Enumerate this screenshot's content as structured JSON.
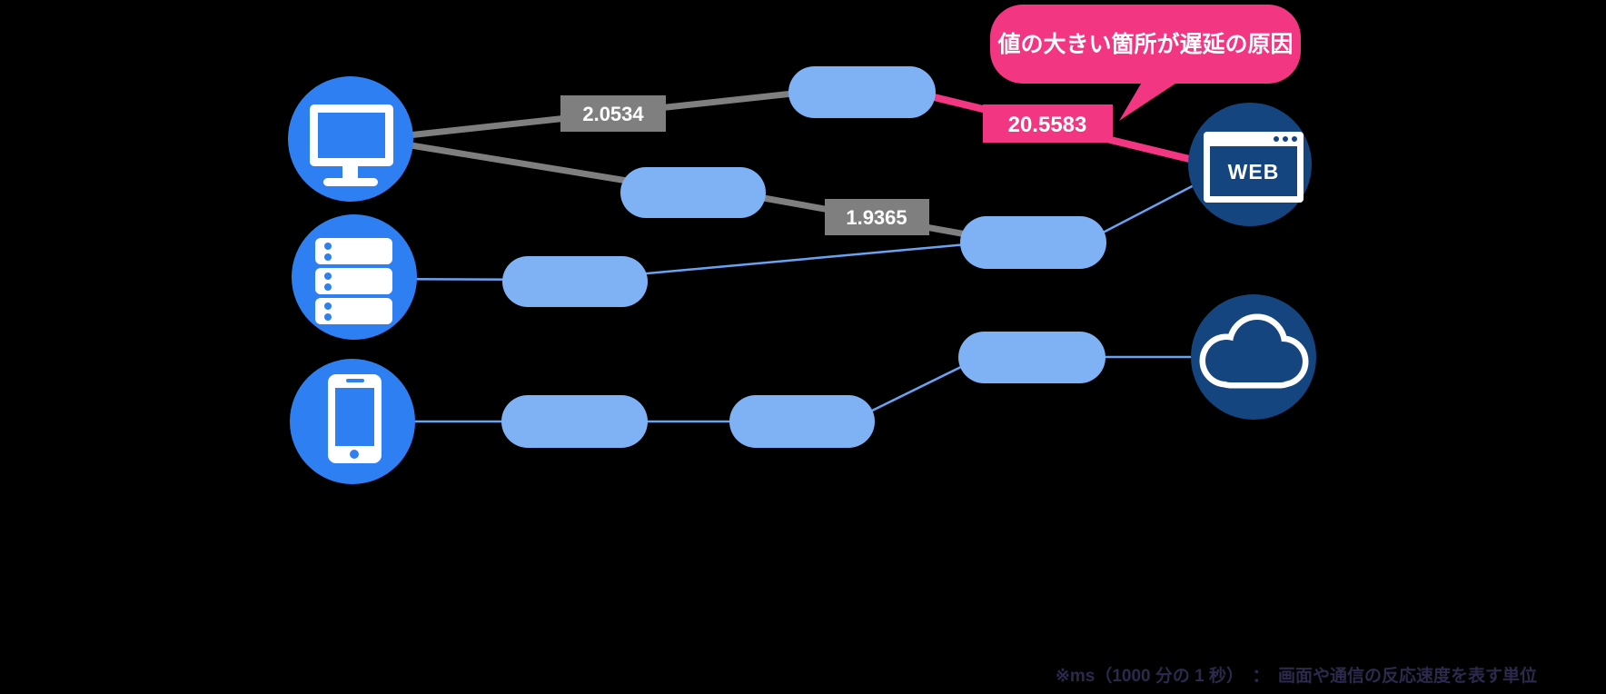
{
  "colors": {
    "background": "#000000",
    "device_circle_blue": "#2E80F2",
    "endpoint_circle_navy": "#15457F",
    "node_pill_blue": "#7FB2F4",
    "edge_gray": "#7F7F7F",
    "edge_blue": "#6AA2F2",
    "highlight_pink": "#F23681",
    "label_text": "#FFFFFF",
    "note_text": "#2B2A4C"
  },
  "callout": {
    "text": "値の大きい箇所が遅延の原因"
  },
  "devices": [
    {
      "id": "pc",
      "icon": "desktop-computer-icon",
      "label": ""
    },
    {
      "id": "server",
      "icon": "server-icon",
      "label": ""
    },
    {
      "id": "smartphone",
      "icon": "smartphone-icon",
      "label": ""
    },
    {
      "id": "web",
      "icon": "browser-window-icon",
      "label": "WEB"
    },
    {
      "id": "cloud",
      "icon": "cloud-icon",
      "label": ""
    }
  ],
  "nodes": [
    {
      "id": "pill-1"
    },
    {
      "id": "pill-2"
    },
    {
      "id": "pill-3"
    },
    {
      "id": "pill-4"
    },
    {
      "id": "pill-5"
    },
    {
      "id": "pill-6"
    },
    {
      "id": "pill-7"
    }
  ],
  "edges": [
    {
      "from": "pc",
      "to": "pill-1",
      "value": "2.0534",
      "style": "gray"
    },
    {
      "from": "pc",
      "to": "pill-2",
      "value": "",
      "style": "gray"
    },
    {
      "from": "pill-2",
      "to": "pill-3",
      "value": "1.9365",
      "style": "gray"
    },
    {
      "from": "pill-1",
      "to": "web",
      "value": "20.5583",
      "style": "pink-highlight"
    },
    {
      "from": "server",
      "to": "pill-4",
      "value": "",
      "style": "blue"
    },
    {
      "from": "pill-4",
      "to": "pill-3",
      "value": "",
      "style": "blue"
    },
    {
      "from": "pill-3",
      "to": "web",
      "value": "",
      "style": "blue"
    },
    {
      "from": "smartphone",
      "to": "pill-5",
      "value": "",
      "style": "blue"
    },
    {
      "from": "pill-5",
      "to": "pill-6",
      "value": "",
      "style": "blue"
    },
    {
      "from": "pill-6",
      "to": "pill-7",
      "value": "",
      "style": "blue"
    },
    {
      "from": "pill-7",
      "to": "cloud",
      "value": "",
      "style": "blue"
    }
  ],
  "note": {
    "text": "※ms（1000 分の 1 秒）　：　画面や通信の反応速度を表す単位"
  }
}
